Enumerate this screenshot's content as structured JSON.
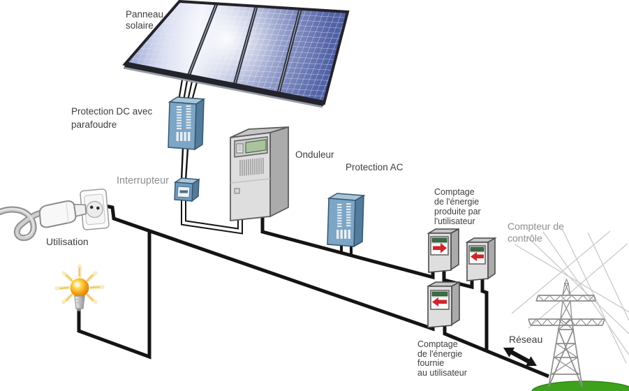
{
  "labels": {
    "panneau_solaire": "Panneau\nsolaire",
    "protection_dc": "Protection DC avec\nparafoudre",
    "interrupteur": "Interrupteur",
    "onduleur": "Onduleur",
    "protection_ac": "Protection AC",
    "comptage_produite": "Comptage\nde l'énergie\nproduite par\nl'utilisateur",
    "compteur_controle": "Compteur de\ncontrôle",
    "utilisation": "Utilisation",
    "comptage_fournie": "Comptage\nde l'énergie\nfournie\nau utilisateur",
    "reseau": "Réseau"
  },
  "meters": [
    {
      "id": "production-meter",
      "arrow_direction": "right"
    },
    {
      "id": "control-meter",
      "arrow_direction": "left"
    },
    {
      "id": "supply-meter",
      "arrow_direction": "left"
    }
  ],
  "icons": {
    "production_meter_arrow": {
      "name": "arrow-right-icon",
      "glyph": "→",
      "color": "#D2232A"
    },
    "control_meter_arrow": {
      "name": "arrow-left-icon",
      "glyph": "←",
      "color": "#D2232A"
    },
    "supply_meter_arrow": {
      "name": "arrow-left-icon",
      "glyph": "←",
      "color": "#D2232A"
    },
    "reseau_flow_arrow": {
      "name": "double-headed-arrow-icon",
      "glyph": "↔",
      "color": "#141414"
    }
  },
  "colors": {
    "wire_black": "#141414",
    "protection_box_front": "#7CA5C6",
    "protection_box_side": "#527C9C",
    "protection_box_top": "#A8C5D9",
    "device_gray_front": "#DEDEDE",
    "device_gray_side": "#ABABAB",
    "device_gray_top": "#C6C6C6",
    "meter_strip_green": "#3E6B47",
    "meter_arrow_red": "#D2232A",
    "lcd_green": "#A9C49A",
    "panel_blue": "#5B6BAE",
    "grass_green": "#3EA11C",
    "bulb_orange": "#F39C12",
    "label_dark": "#3D3D3D",
    "label_gray": "#8E8E8E"
  }
}
